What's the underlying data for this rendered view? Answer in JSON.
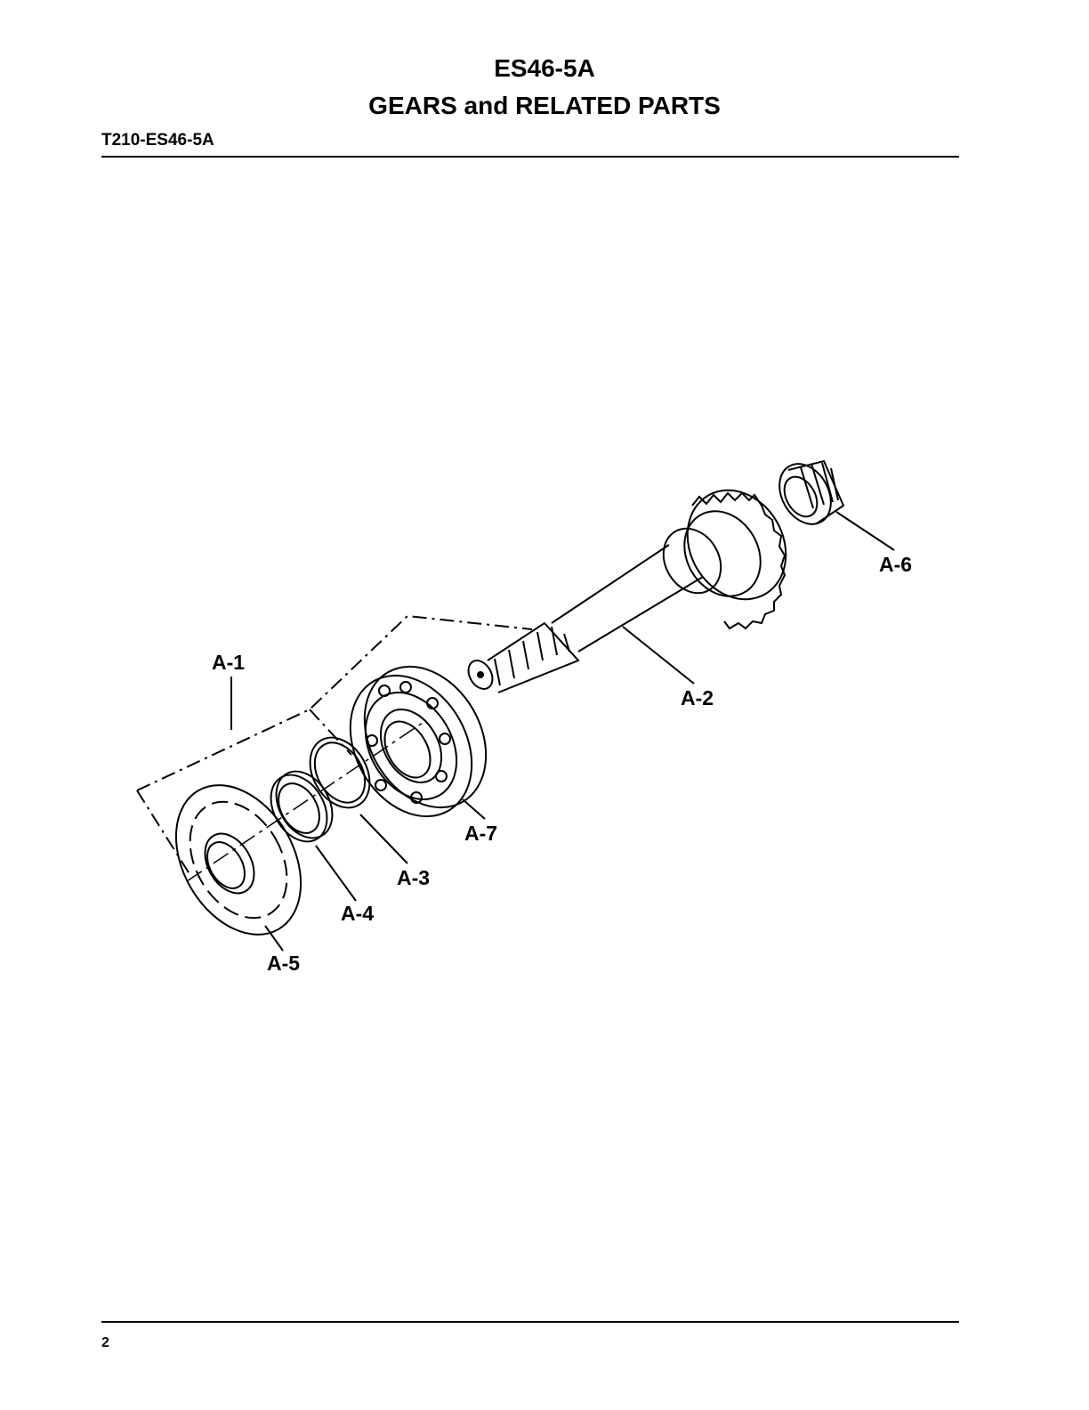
{
  "header": {
    "title_line1": "ES46-5A",
    "title_line2": "GEARS and RELATED PARTS",
    "doc_code": "T210-ES46-5A"
  },
  "footer": {
    "page_number": "2"
  },
  "callouts": {
    "a1": "A-1",
    "a2": "A-2",
    "a3": "A-3",
    "a4": "A-4",
    "a5": "A-5",
    "a6": "A-6",
    "a7": "A-7"
  }
}
